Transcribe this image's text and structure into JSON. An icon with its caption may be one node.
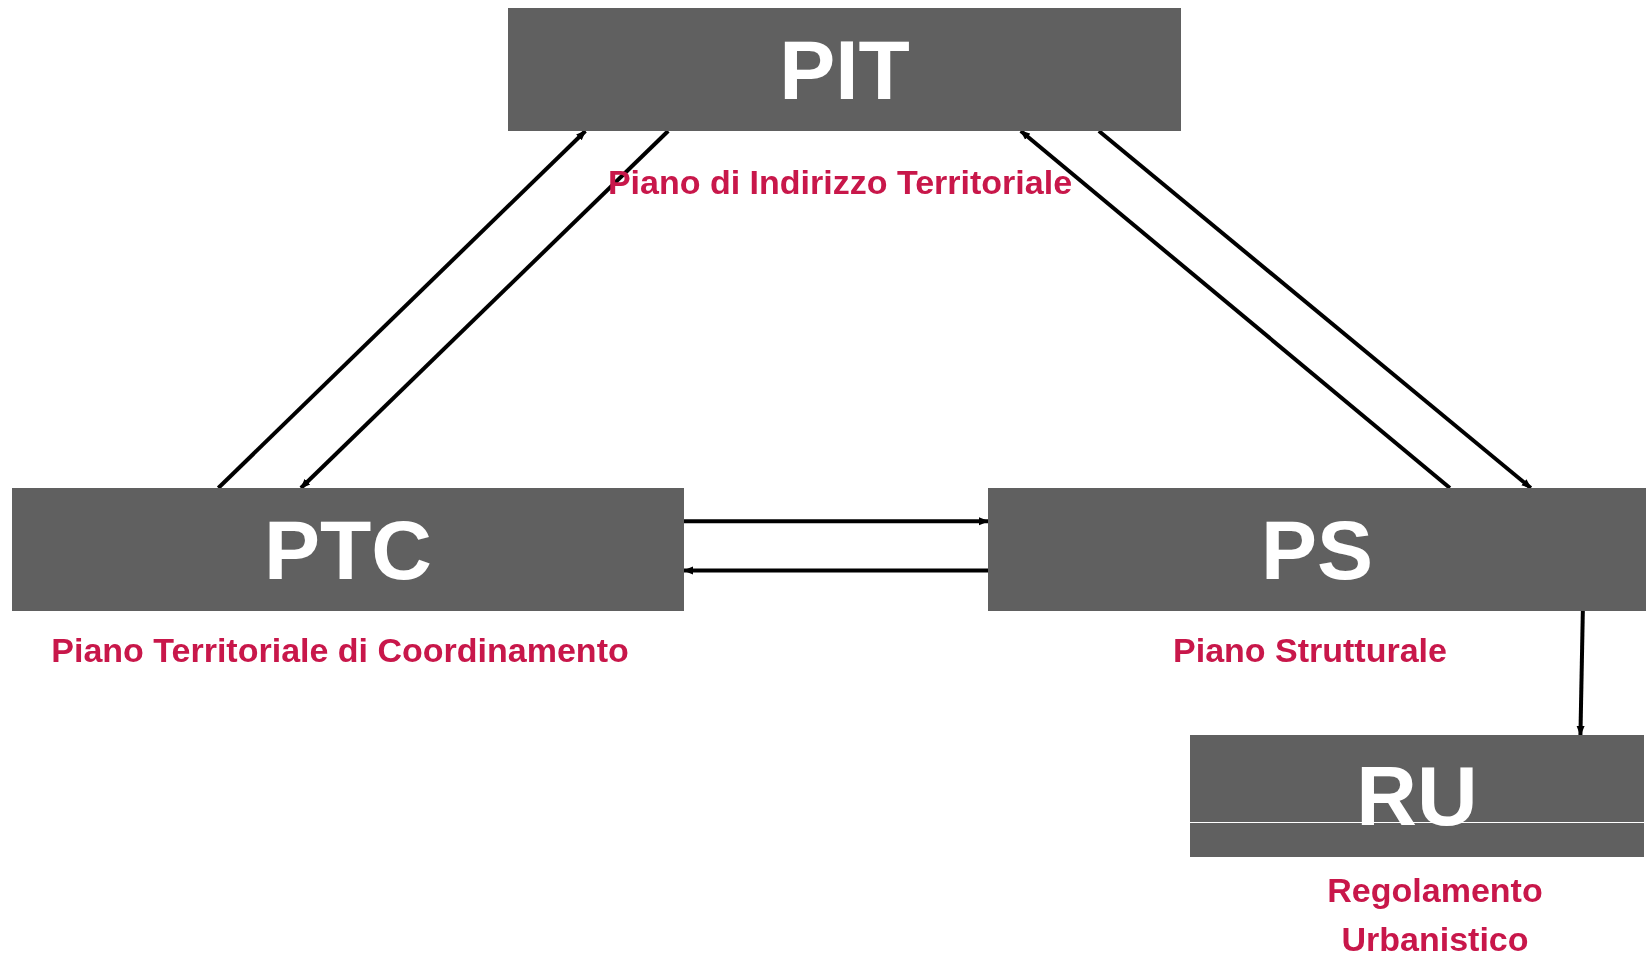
{
  "diagram": {
    "nodes": [
      {
        "text": [
          "PIT"
        ],
        "beside": [
          "Piano di Indirizzo Territoriale"
        ]
      },
      {
        "text": [
          "PTC"
        ],
        "beside": [
          "Piano Territoriale di Coordinamento"
        ]
      },
      {
        "text": [
          "PS"
        ],
        "beside": [
          "Piano Strutturale"
        ]
      },
      {
        "text": [
          "RU"
        ],
        "beside": [
          "Regolamento Urbanistico"
        ]
      }
    ],
    "edges": [
      {
        "from": 1,
        "to": 0,
        "arrow": "to"
      },
      {
        "from": 0,
        "to": 1,
        "arrow": "to"
      },
      {
        "from": 2,
        "to": 0,
        "arrow": "to"
      },
      {
        "from": 0,
        "to": 2,
        "arrow": "to"
      },
      {
        "from": 1,
        "to": 2,
        "arrow": "to"
      },
      {
        "from": 2,
        "to": 1,
        "arrow": "to"
      },
      {
        "from": 2,
        "to": 3,
        "arrow": "to"
      }
    ]
  }
}
